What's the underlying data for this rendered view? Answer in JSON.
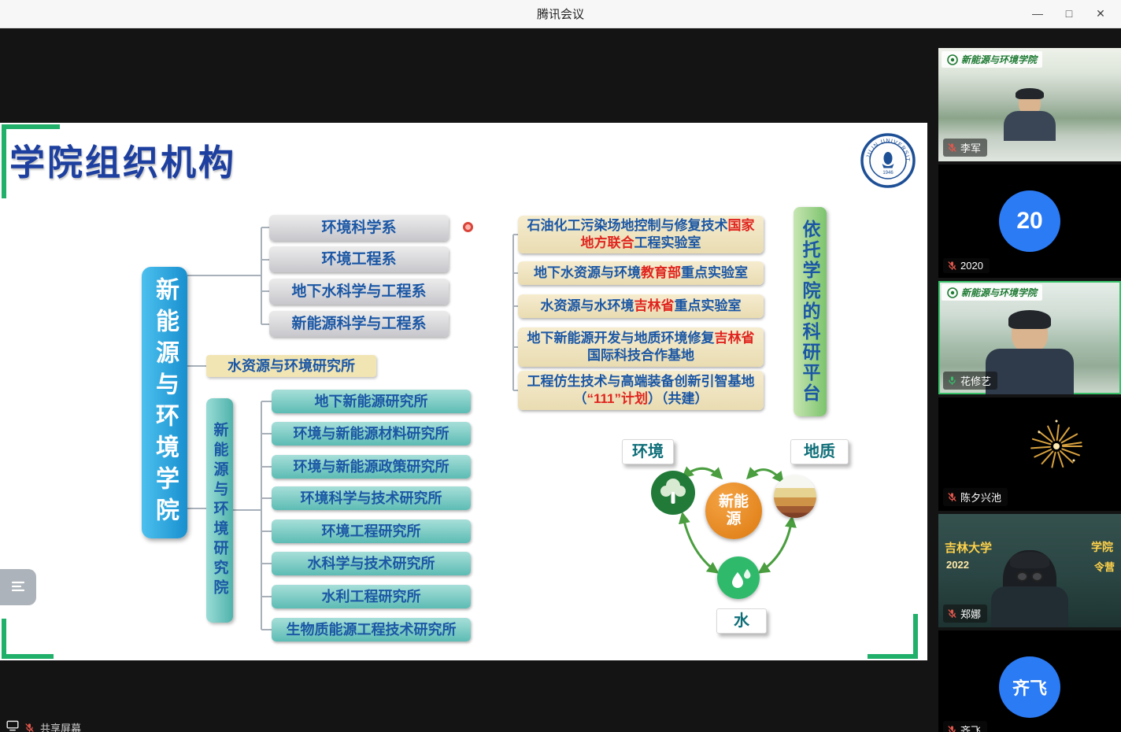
{
  "titlebar": {
    "title": "腾讯会议",
    "minimize": "—",
    "maximize": "□",
    "close": "✕"
  },
  "share_bar": {
    "label": "共享屏幕"
  },
  "colors": {
    "org_blue": "#1b57a5",
    "red_highlight": "#e0251f",
    "green_accent": "#21b06a",
    "speaking_border": "#38c169",
    "avatar_blue": "#2b7bf5",
    "title_blue": "#1d3f9f"
  },
  "slide": {
    "title": "学院组织机构",
    "logo": {
      "top_text": "JILIN UNIVERSITY",
      "year": "1946"
    },
    "college": "新能源与环境学院",
    "departments": [
      "环境科学系",
      "环境工程系",
      "地下水科学与工程系",
      "新能源科学与工程系"
    ],
    "yellow_institute": "水资源与环境研究所",
    "academy": "新能源与环境研究院",
    "academy_institutes": [
      "地下新能源研究所",
      "环境与新能源材料研究所",
      "环境与新能源政策研究所",
      "环境科学与技术研究所",
      "环境工程研究所",
      "水科学与技术研究所",
      "水利工程研究所",
      "生物质能源工程技术研究所"
    ],
    "platform_label": "依托学院的科研平台",
    "platforms": [
      {
        "segments": [
          {
            "text": "石油化工污染场地控制与修复技术",
            "color": "blue"
          },
          {
            "text": "国家地方联合",
            "color": "red"
          },
          {
            "text": "工程实验室",
            "color": "blue"
          }
        ]
      },
      {
        "segments": [
          {
            "text": "地下水资源与环境",
            "color": "blue"
          },
          {
            "text": "教育部",
            "color": "red"
          },
          {
            "text": "重点实验室",
            "color": "blue"
          }
        ]
      },
      {
        "segments": [
          {
            "text": "水资源与水环境",
            "color": "blue"
          },
          {
            "text": "吉林省",
            "color": "red"
          },
          {
            "text": "重点实验室",
            "color": "blue"
          }
        ]
      },
      {
        "segments": [
          {
            "text": "地下新能源开发与地质环境修复",
            "color": "blue"
          },
          {
            "text": "吉林省",
            "color": "red"
          },
          {
            "text": "国际科技合作基地",
            "color": "blue"
          }
        ]
      },
      {
        "segments": [
          {
            "text": "工程仿生技术与高端装备创新引智基地（",
            "color": "blue"
          },
          {
            "text": "“111”计划",
            "color": "red"
          },
          {
            "text": "）（共建）",
            "color": "blue"
          }
        ]
      }
    ],
    "diagram": {
      "center": "新能源",
      "env": "环境",
      "geology": "地质",
      "water": "水"
    }
  },
  "sidebar": {
    "participants": [
      {
        "name": "李军",
        "mic": "muted",
        "kind": "video",
        "scene": "campus-far",
        "banner": "新能源与环境学院"
      },
      {
        "name": "2020",
        "mic": "muted",
        "kind": "avatar",
        "avatar_text": "20"
      },
      {
        "name": "花修艺",
        "mic": "on",
        "kind": "video",
        "scene": "campus-near",
        "banner": "新能源与环境学院",
        "speaking": true
      },
      {
        "name": "陈夕兴池",
        "mic": "muted",
        "kind": "image",
        "scene": "fireworks"
      },
      {
        "name": "郑娜",
        "mic": "muted",
        "kind": "video",
        "scene": "classroom",
        "overlay": {
          "top_left": "吉林大学",
          "top_right": "学院",
          "mid_left": "2022",
          "mid_right": "令营"
        }
      },
      {
        "name": "齐飞",
        "mic": "muted",
        "kind": "avatar",
        "avatar_text": "齐飞"
      }
    ]
  }
}
